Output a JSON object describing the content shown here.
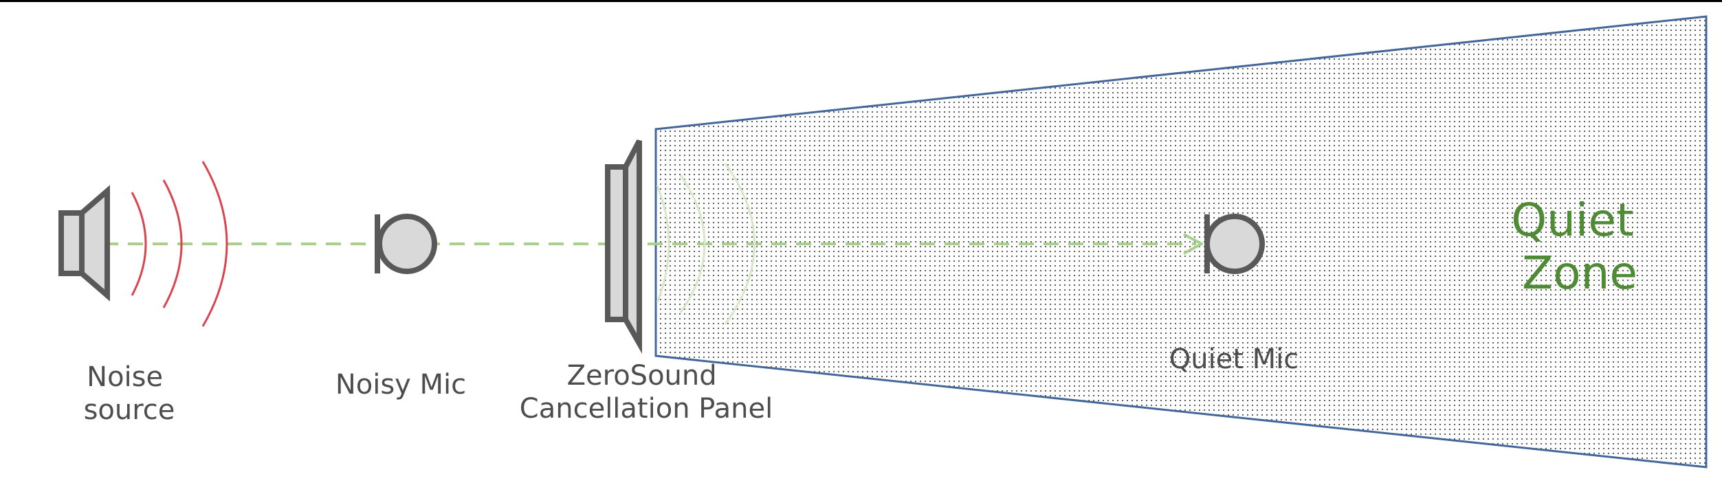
{
  "labels": {
    "noise_source": [
      "Noise",
      "source"
    ],
    "noisy_mic": "Noisy Mic",
    "panel": [
      "ZeroSound",
      "Cancellation Panel"
    ],
    "quiet_mic": "Quiet Mic",
    "quiet_zone": [
      "Quiet",
      "Zone"
    ]
  },
  "icons": [
    "speaker-icon",
    "microphone-icon",
    "sound-wave-icon",
    "panel-speaker-icon"
  ],
  "colors": {
    "noise_waves": "#d9454f",
    "faint_waves": "#d7e8c8",
    "signal_line": "#a8d08d",
    "zone_border": "#44679a",
    "zone_label": "#4f8a34",
    "device_stroke": "#595959",
    "device_fill": "#d9d9d9",
    "text": "#4d4d4d"
  }
}
